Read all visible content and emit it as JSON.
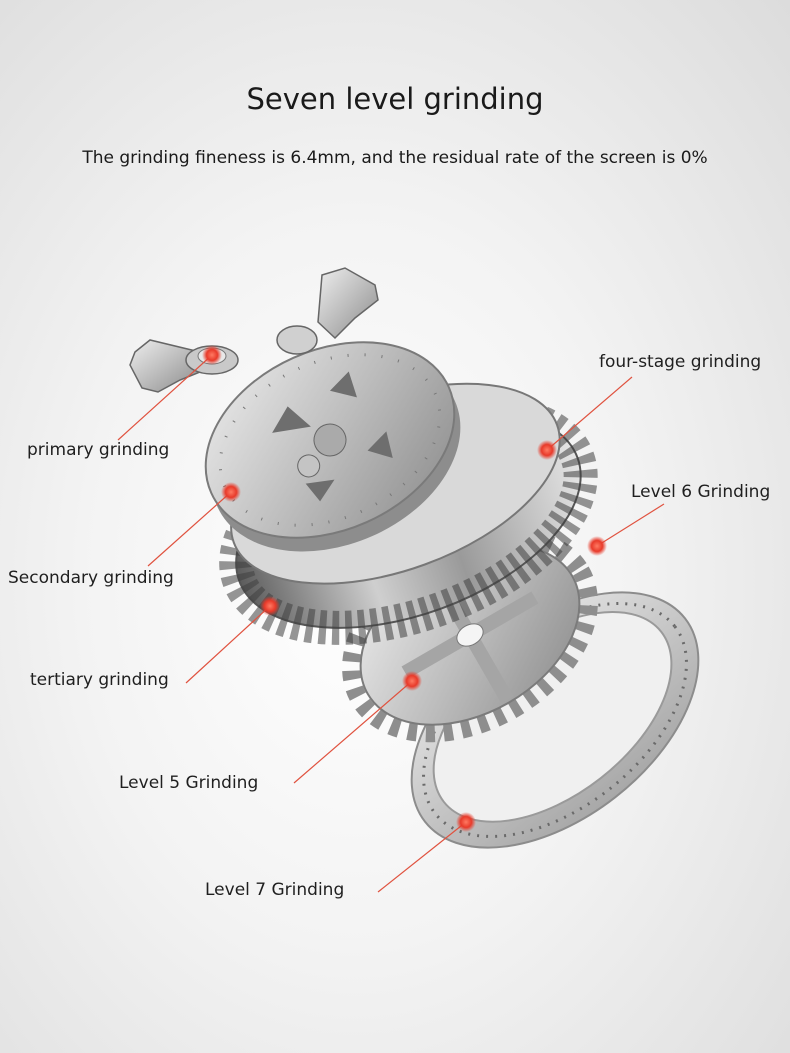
{
  "heading": {
    "title": "Seven level grinding",
    "subtitle": "The grinding fineness is 6.4mm, and the residual rate of the screen is 0%"
  },
  "labels": {
    "primary": "primary grinding",
    "secondary": "Secondary grinding",
    "tertiary": "tertiary grinding",
    "four_stage": "four-stage grinding",
    "level5": "Level 5 Grinding",
    "level6": "Level 6 Grinding",
    "level7": "Level 7 Grinding"
  },
  "colors": {
    "marker": "#e83a2a",
    "leader": "#e0523f",
    "metal_light": "#d8d8d8",
    "metal_dark": "#5a5a5a"
  }
}
